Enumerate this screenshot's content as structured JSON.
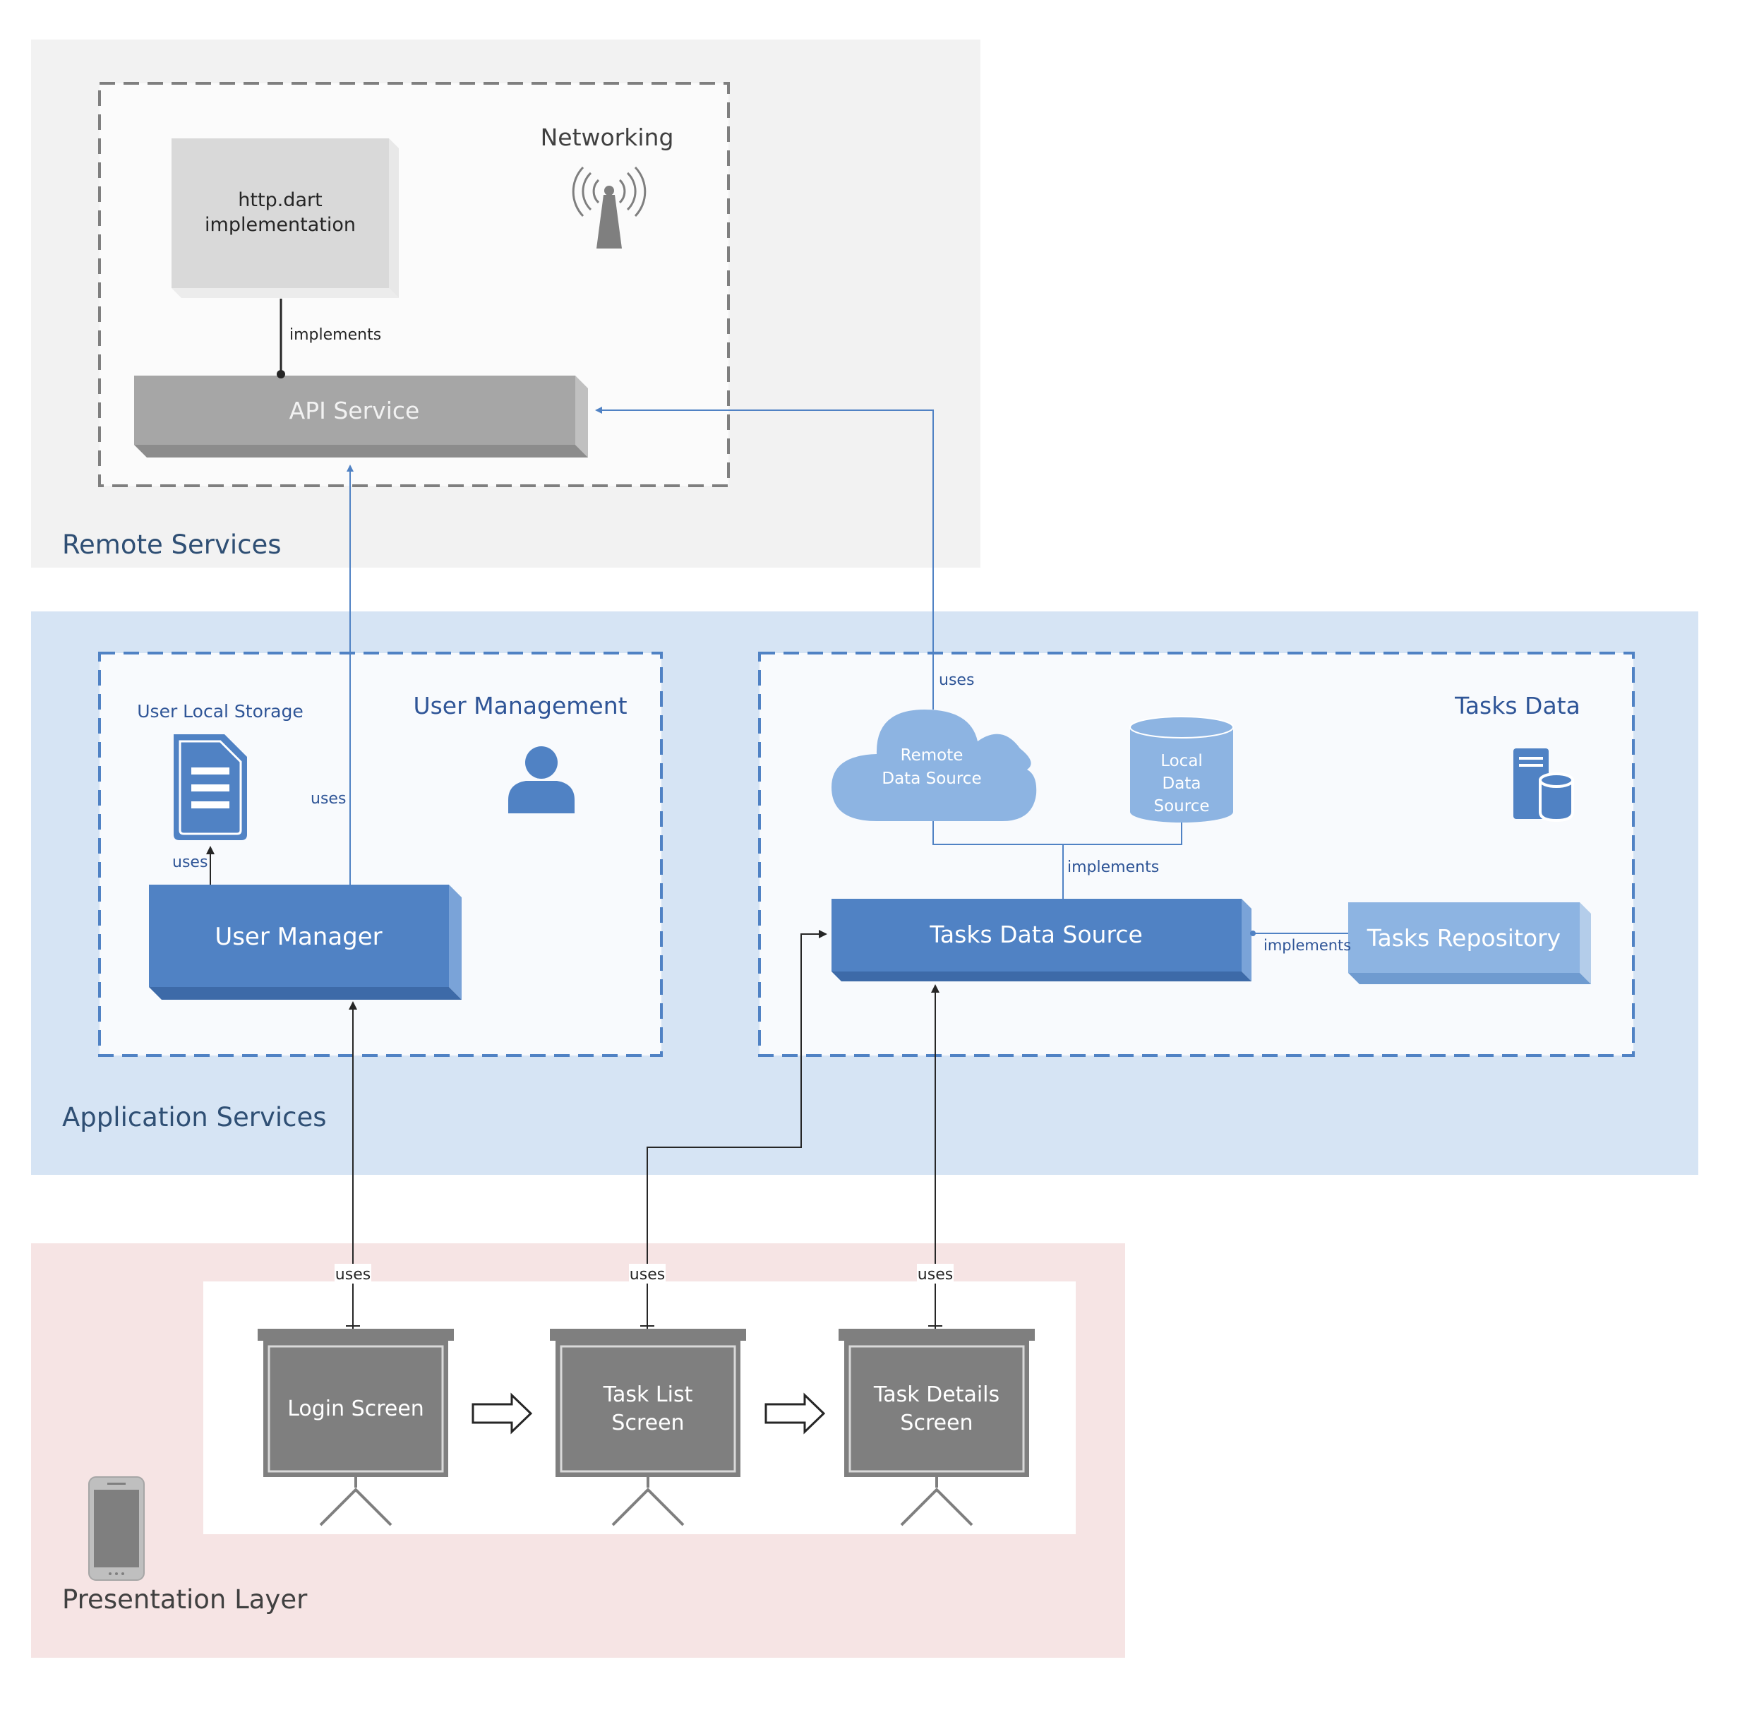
{
  "layers": {
    "remote": {
      "label": "Remote Services",
      "fill": "#f2f2f2"
    },
    "application": {
      "label": "Application Services",
      "fill": "#d6e4f4"
    },
    "presentation": {
      "label": "Presentation Layer",
      "fill": "#f6e4e4"
    }
  },
  "groups": {
    "networking": {
      "title": "Networking"
    },
    "user_management": {
      "title": "User Management"
    },
    "tasks_data": {
      "title": "Tasks Data"
    }
  },
  "nodes": {
    "http_dart": {
      "line1": "http.dart",
      "line2": "implementation"
    },
    "api_service": {
      "label": "API Service"
    },
    "user_local_storage": {
      "label": "User Local Storage"
    },
    "user_manager": {
      "label": "User Manager"
    },
    "remote_data_source": {
      "line1": "Remote",
      "line2": "Data Source"
    },
    "local_data_source": {
      "line1": "Local",
      "line2": "Data",
      "line3": "Source"
    },
    "tasks_data_source": {
      "label": "Tasks Data Source"
    },
    "tasks_repository": {
      "label": "Tasks Repository"
    },
    "login_screen": {
      "label": "Login Screen"
    },
    "task_list_screen": {
      "line1": "Task List",
      "line2": "Screen"
    },
    "task_details_screen": {
      "line1": "Task Details",
      "line2": "Screen"
    }
  },
  "edges": {
    "http_implements": "implements",
    "um_uses_api": "uses",
    "um_uses_storage": "uses",
    "rds_uses_api": "uses",
    "sources_implement_tds": "implements",
    "repo_implements": "implements",
    "login_uses": "uses",
    "tasklist_uses": "uses",
    "taskdetails_uses": "uses"
  },
  "colors": {
    "blue_dark": "#5082c4",
    "blue_light": "#8db4e2",
    "gray_box": "#a6a6a6",
    "gray_light": "#d9d9d9",
    "screen_gray": "#7f7f7f",
    "label_blue": "#2f5597",
    "label_gray": "#404040"
  }
}
